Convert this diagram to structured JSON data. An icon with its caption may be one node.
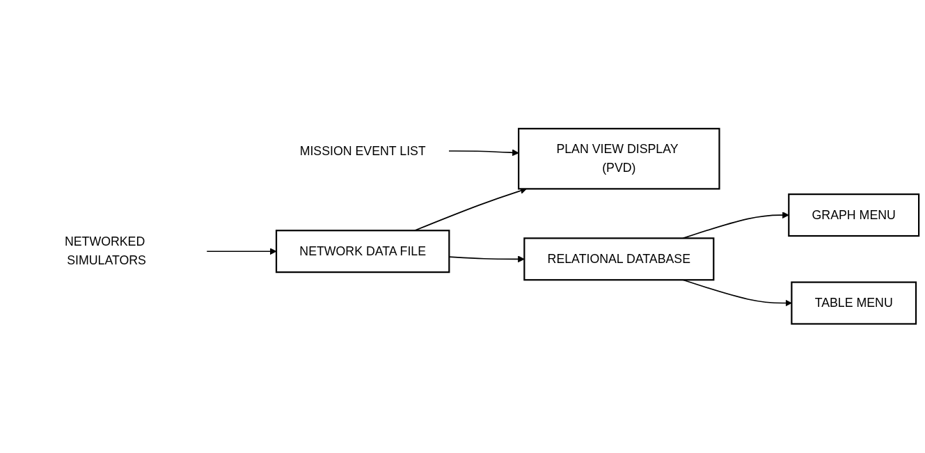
{
  "diagram": {
    "nodes": [
      {
        "text": [
          "NETWORK DATA FILE"
        ]
      },
      {
        "text": [
          "PLAN VIEW DISPLAY (PVD)"
        ]
      },
      {
        "text": [
          "MISSION EVENT LIST"
        ]
      },
      {
        "text": [
          "NETWORKED SIMULATORS"
        ]
      },
      {
        "text": [
          "RELATIONAL DATABASE"
        ]
      },
      {
        "text": [
          "GRAPH MENU"
        ]
      },
      {
        "text": [
          "TABLE MENU"
        ]
      }
    ],
    "edges": [
      {
        "from": 0,
        "to": 1,
        "arrow": "to"
      },
      {
        "from": 2,
        "to": 1,
        "arrow": "to"
      },
      {
        "from": 0,
        "to": 4,
        "arrow": "to"
      },
      {
        "from": 3,
        "to": 0,
        "arrow": "to"
      },
      {
        "from": 4,
        "to": 5,
        "arrow": "to"
      },
      {
        "from": 4,
        "to": 6,
        "arrow": "to"
      }
    ]
  }
}
